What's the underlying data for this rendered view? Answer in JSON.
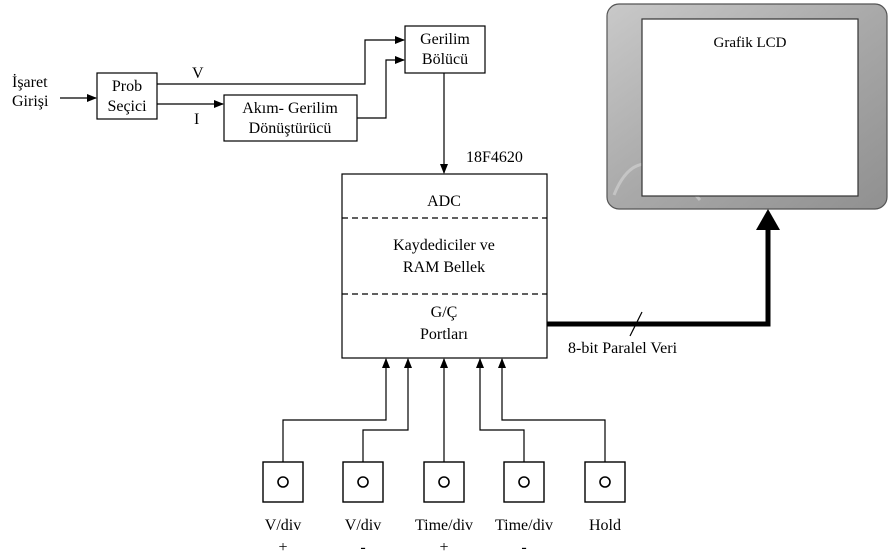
{
  "input": {
    "line1": "İşaret",
    "line2": "Girişi"
  },
  "probe_selector": {
    "line1": "Prob",
    "line2": "Seçici"
  },
  "signal_v": "V",
  "signal_i": "I",
  "converter": {
    "line1": "Akım- Gerilim",
    "line2": "Dönüştürücü"
  },
  "divider": {
    "line1": "Gerilim",
    "line2": "Bölücü"
  },
  "mcu": {
    "part_number": "18F4620",
    "adc": "ADC",
    "registers_line1": "Kaydediciler ve",
    "registers_line2": "RAM Bellek",
    "io_line1": "G/Ç",
    "io_line2": "Portları"
  },
  "lcd": {
    "title": "Grafik LCD"
  },
  "bus_label": "8-bit Paralel Veri",
  "buttons": [
    {
      "label": "V/div",
      "sign": "+"
    },
    {
      "label": "V/div",
      "sign": "-"
    },
    {
      "label": "Time/div",
      "sign": "+"
    },
    {
      "label": "Time/div",
      "sign": "-"
    },
    {
      "label": "Hold",
      "sign": ""
    }
  ]
}
